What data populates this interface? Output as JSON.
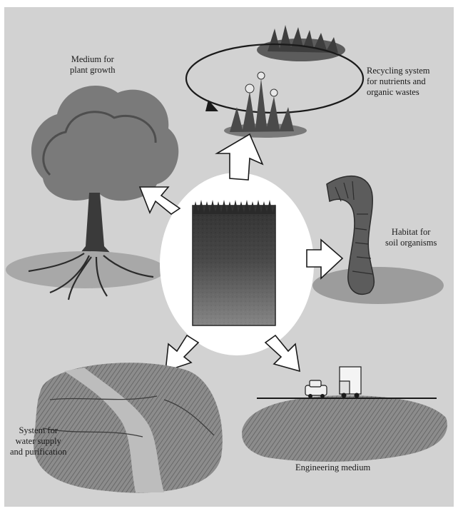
{
  "diagram": {
    "functions": {
      "plant_growth": [
        "Medium for",
        "plant growth"
      ],
      "recycling": [
        "Recycling system",
        "for nutrients and",
        "organic wastes"
      ],
      "habitat": [
        "Habitat for",
        "soil organisms"
      ],
      "water": [
        "System for",
        "water supply",
        "and purification"
      ],
      "engineering": [
        "Engineering medium"
      ]
    }
  },
  "colors": {
    "panel_background": "#d2d2d2",
    "ink": "#1a1a1a",
    "arrow_fill": "#ffffff"
  }
}
